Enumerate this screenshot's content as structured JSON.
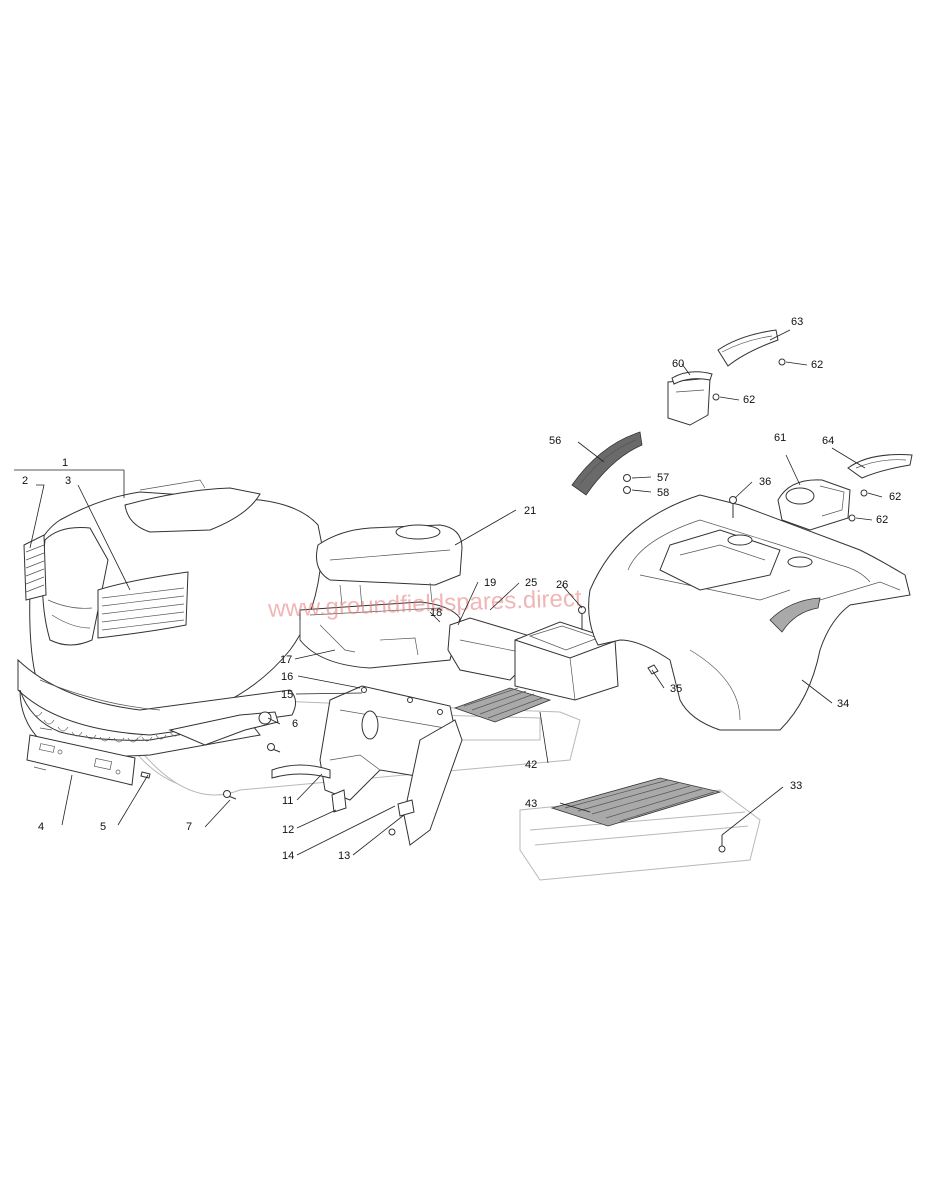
{
  "watermark": "www.groundfieldspares.direct",
  "callouts": [
    {
      "id": "1",
      "label": "1"
    },
    {
      "id": "2",
      "label": "2"
    },
    {
      "id": "3",
      "label": "3"
    },
    {
      "id": "4",
      "label": "4"
    },
    {
      "id": "5",
      "label": "5"
    },
    {
      "id": "6",
      "label": "6"
    },
    {
      "id": "7",
      "label": "7"
    },
    {
      "id": "11",
      "label": "11"
    },
    {
      "id": "12",
      "label": "12"
    },
    {
      "id": "13",
      "label": "13"
    },
    {
      "id": "14",
      "label": "14"
    },
    {
      "id": "15",
      "label": "15"
    },
    {
      "id": "16",
      "label": "16"
    },
    {
      "id": "17",
      "label": "17"
    },
    {
      "id": "18",
      "label": "18"
    },
    {
      "id": "19",
      "label": "19"
    },
    {
      "id": "21",
      "label": "21"
    },
    {
      "id": "25",
      "label": "25"
    },
    {
      "id": "26",
      "label": "26"
    },
    {
      "id": "33",
      "label": "33"
    },
    {
      "id": "34",
      "label": "34"
    },
    {
      "id": "35",
      "label": "35"
    },
    {
      "id": "36",
      "label": "36"
    },
    {
      "id": "42",
      "label": "42"
    },
    {
      "id": "43",
      "label": "43"
    },
    {
      "id": "56",
      "label": "56"
    },
    {
      "id": "57",
      "label": "57"
    },
    {
      "id": "58",
      "label": "58"
    },
    {
      "id": "60",
      "label": "60"
    },
    {
      "id": "61",
      "label": "61"
    },
    {
      "id": "62a",
      "label": "62"
    },
    {
      "id": "62b",
      "label": "62"
    },
    {
      "id": "62c",
      "label": "62"
    },
    {
      "id": "62d",
      "label": "62"
    },
    {
      "id": "63",
      "label": "63"
    },
    {
      "id": "64",
      "label": "64"
    }
  ]
}
